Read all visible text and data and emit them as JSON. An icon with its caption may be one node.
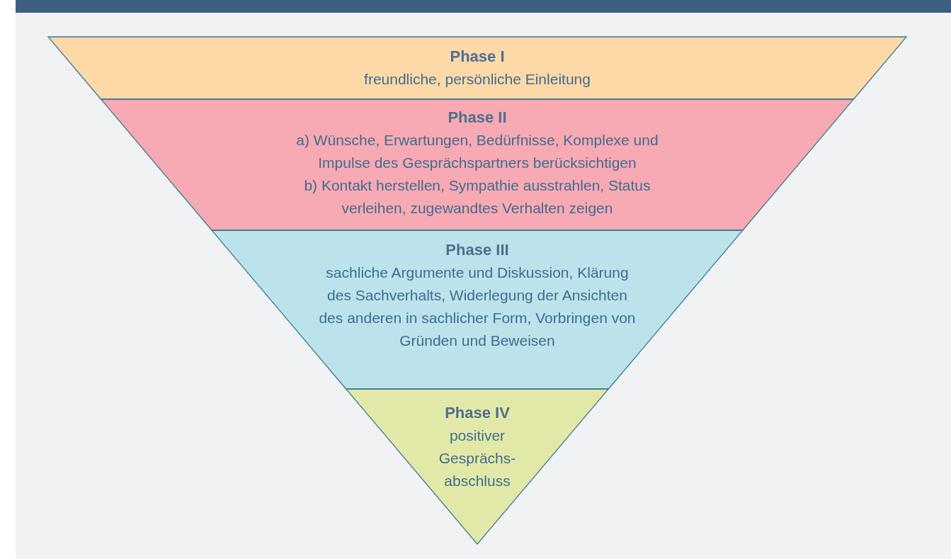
{
  "diagram": {
    "nodes": [
      {
        "text": [
          "Phase I",
          "freundliche, persönliche Einleitung"
        ]
      },
      {
        "text": [
          "Phase II",
          "a) Wünsche, Erwartungen, Bedürfnisse, Komplexe und Impulse des Gesprächspartners berücksichtigen",
          "b) Kontakt herstellen, Sympathie ausstrahlen, Status verleihen, zugewandtes Verhalten zeigen"
        ]
      },
      {
        "text": [
          "Phase III",
          "sachliche Argumente und Diskussion, Klärung des Sachverhalts, Widerlegung der Ansichten des anderen in sachlicher Form, Vorbringen von Gründen und Beweisen"
        ]
      },
      {
        "text": [
          "Phase IV",
          "positiver Gesprächs- abschluss"
        ]
      }
    ],
    "edges": []
  }
}
